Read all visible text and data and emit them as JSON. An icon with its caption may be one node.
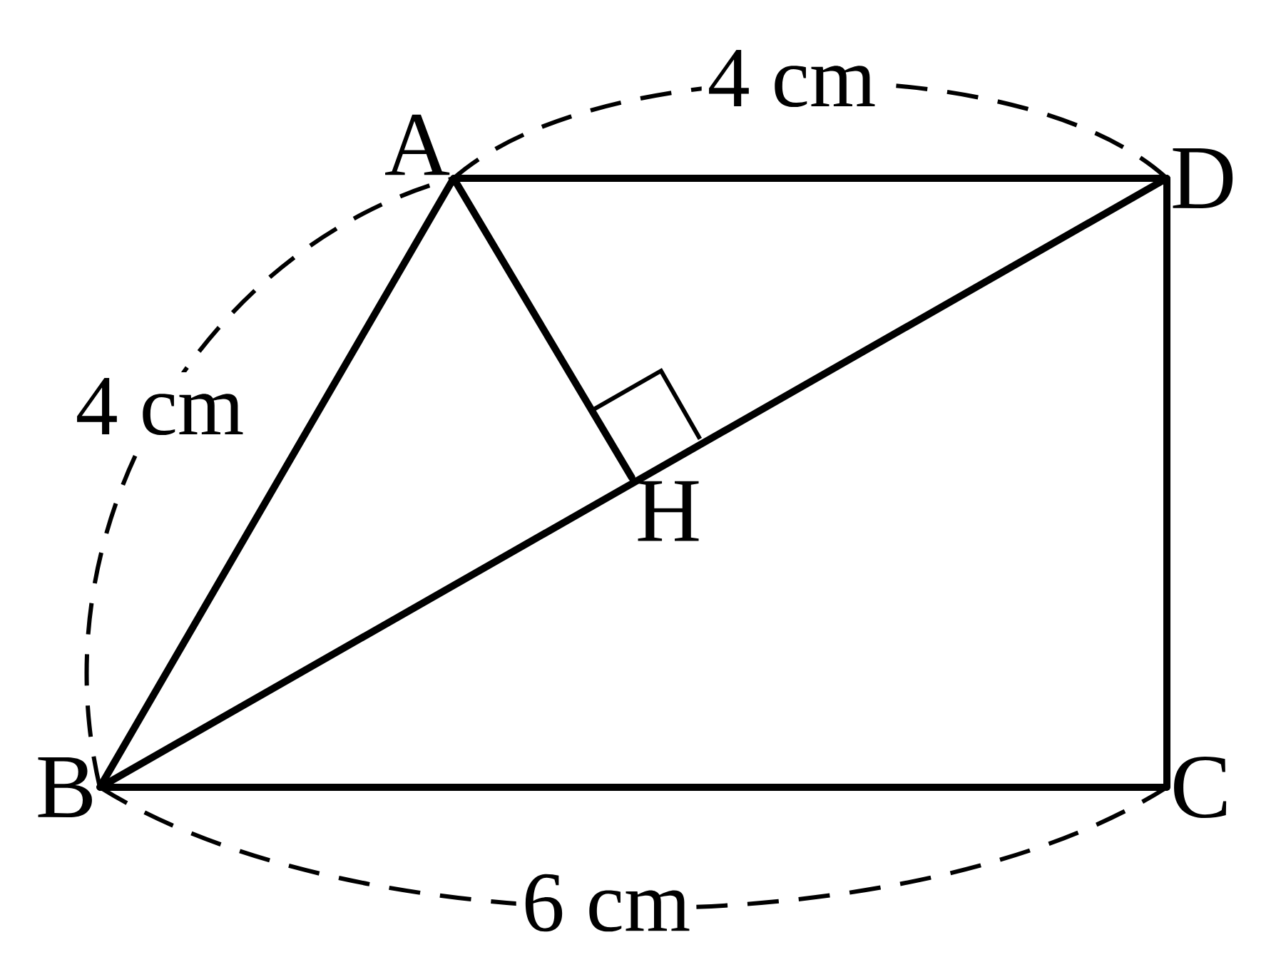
{
  "diagram": {
    "nodes": [
      {
        "text": [
          "A"
        ]
      },
      {
        "text": [
          "D"
        ]
      },
      {
        "text": [
          "H"
        ]
      },
      {
        "text": [
          "B"
        ]
      },
      {
        "text": [
          "C"
        ]
      }
    ],
    "edges": [
      {
        "from": 0,
        "to": 1,
        "arrow": "none"
      },
      {
        "from": 0,
        "to": 3,
        "arrow": "none"
      },
      {
        "from": 0,
        "to": 2,
        "arrow": "none"
      },
      {
        "from": 3,
        "to": 1,
        "arrow": "none"
      },
      {
        "from": 3,
        "to": 4,
        "arrow": "none"
      },
      {
        "from": 4,
        "to": 1,
        "arrow": "none"
      }
    ],
    "labels": [
      "4 cm",
      "4 cm",
      "6 cm"
    ]
  }
}
